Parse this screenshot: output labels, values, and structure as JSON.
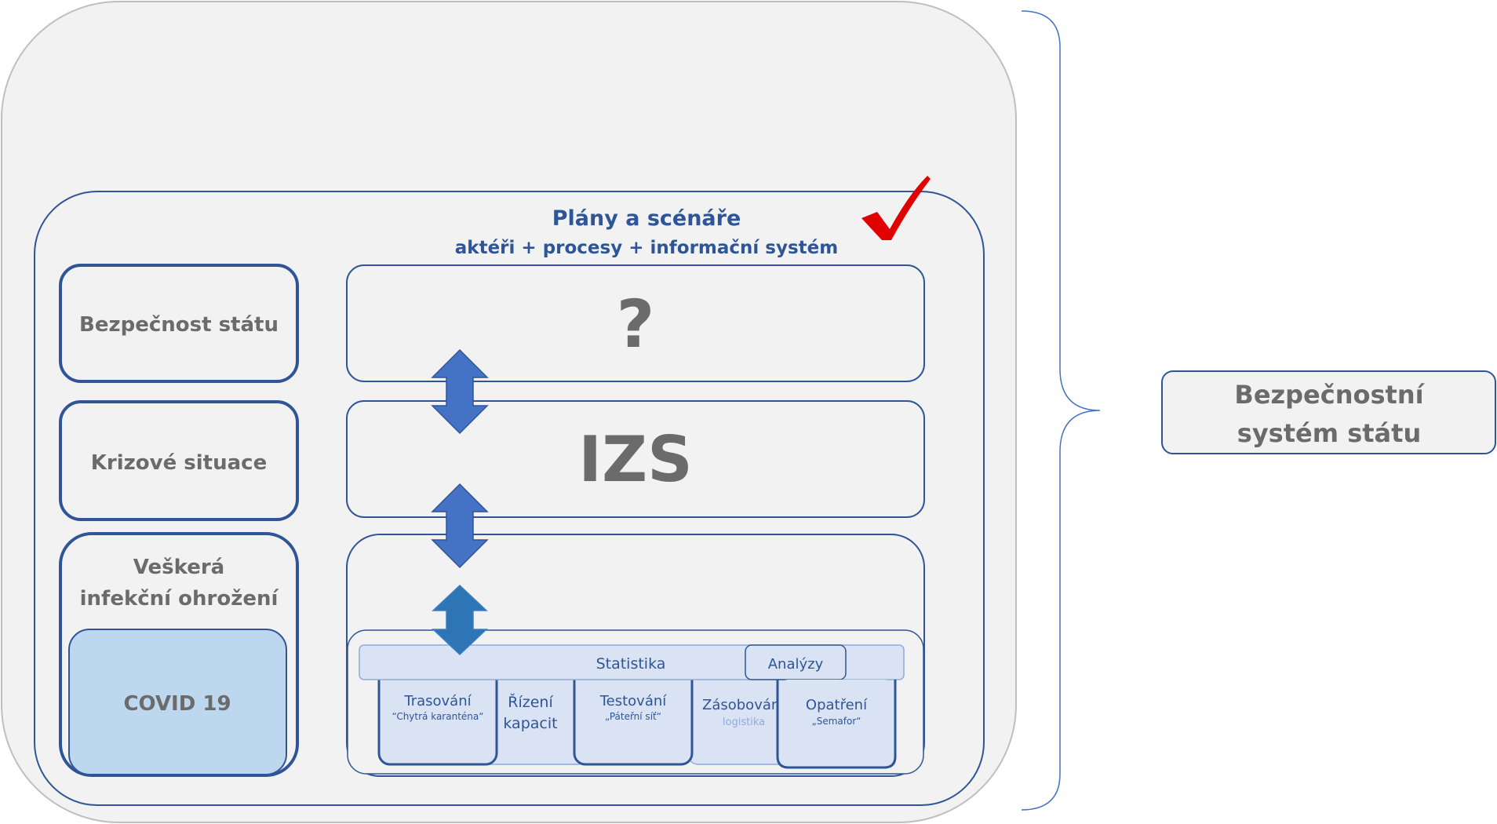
{
  "colors": {
    "panel_blue": "#2f5597",
    "title_blue": "#2e5597",
    "gray_text": "#6b6b6b",
    "outer_fill": "#f2f2f2",
    "light_blue_fill": "#dae3f3",
    "covid_fill": "#bdd7ee",
    "arrow_blue": "#4472c4",
    "arrow_blue_dark": "#2e75b6",
    "check_red": "#e00000"
  },
  "header": {
    "title": "Plány a scénáře",
    "subtitle": "aktéři + procesy + informační systém",
    "check_icon": "red-checkmark-icon"
  },
  "left_column": {
    "security": "Bezpečnost státu",
    "crisis": "Krizové situace",
    "infection_line1": "Veškerá",
    "infection_line2": "infekční ohrožení",
    "covid": "COVID 19"
  },
  "right_column": {
    "question": "?",
    "izs": "IZS"
  },
  "modules": {
    "statistika": "Statistika",
    "analyzy": "Analýzy",
    "trasovani": "Trasování",
    "trasovani_sub": "“Chytrá karanténa“",
    "rizeni_line1": "Řízení",
    "rizeni_line2": "kapacit",
    "testovani": "Testování",
    "testovani_sub": "„Páteřní síť“",
    "zasobovani": "Zásobování",
    "zasobovani_sub": "logistika",
    "opatreni": "Opatření",
    "opatreni_sub": "„Semafor“"
  },
  "side_label": {
    "line1": "Bezpečnostní",
    "line2": "systém státu"
  },
  "arrows": [
    "double-arrow-icon",
    "double-arrow-icon",
    "double-arrow-icon"
  ]
}
